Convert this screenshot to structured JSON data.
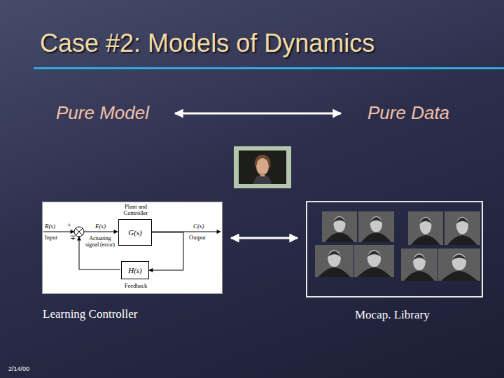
{
  "diagram": {
    "title": "Case #2: Models of Dynamics",
    "nodes": [
      {
        "text": [
          "Learning Controller"
        ]
      },
      {
        "text": [
          "Plant and Controller",
          "G(s)"
        ],
        "in": 0
      },
      {
        "text": [
          "H(s)",
          "Feedback"
        ],
        "in": 0
      },
      {
        "text": [
          "Mocap. Library"
        ]
      }
    ],
    "edges": [
      {
        "from": 0,
        "to": 3,
        "arrow": "both"
      },
      {
        "from": 1,
        "to": 2,
        "arrow": "to"
      }
    ],
    "labels": [
      "Pure Model",
      "Pure Data",
      "R(s)",
      "Input",
      "+",
      "∓",
      "E(s)",
      "Actuating signal (error)",
      "C(s)",
      "Output",
      "2/14/00"
    ]
  }
}
